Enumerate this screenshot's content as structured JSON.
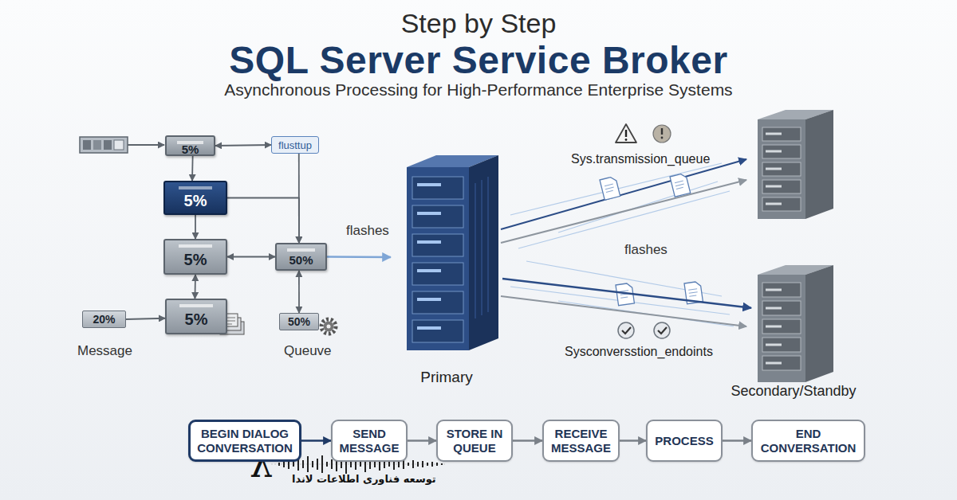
{
  "diagram": {
    "title": "SQL Server Service Broker",
    "caption": "Asynchronous Processing for High-Performance Enterprise Systems",
    "nodes": [
      {
        "text": [
          "5%"
        ]
      },
      {
        "text": [
          "flusttup"
        ]
      },
      {
        "text": [
          "5%"
        ]
      },
      {
        "text": [
          "5%"
        ]
      },
      {
        "text": [
          "50%"
        ]
      },
      {
        "text": [
          "20%"
        ]
      },
      {
        "text": [
          "5%"
        ]
      },
      {
        "text": [
          "50%"
        ]
      },
      {
        "text": [
          "Primary"
        ]
      },
      {
        "text": [
          "Secondary/Standby"
        ]
      },
      {
        "text": [
          "BEGIN DIALOG CONVERSATION"
        ]
      },
      {
        "text": [
          "SEND MESSAGE"
        ]
      },
      {
        "text": [
          "STORE IN QUEUE"
        ]
      },
      {
        "text": [
          "RECEIVE MESSAGE"
        ]
      },
      {
        "text": [
          "PROCESS"
        ]
      },
      {
        "text": [
          "END CONVERSATION"
        ]
      }
    ],
    "edges": [
      {
        "from": 0,
        "to": 1,
        "arrow": "both"
      },
      {
        "from": 0,
        "to": 2,
        "arrow": "to"
      },
      {
        "from": 1,
        "to": 4,
        "arrow": "to"
      },
      {
        "from": 2,
        "to": 4,
        "arrow": "to"
      },
      {
        "from": 2,
        "to": 3,
        "arrow": "to"
      },
      {
        "from": 3,
        "to": 4,
        "arrow": "both"
      },
      {
        "from": 3,
        "to": 6,
        "arrow": "both"
      },
      {
        "from": 5,
        "to": 6,
        "arrow": "to"
      },
      {
        "from": 4,
        "to": 7,
        "arrow": "both"
      },
      {
        "from": 4,
        "to": 8,
        "label": "flashes",
        "arrow": "to"
      },
      {
        "from": 8,
        "to": 9,
        "label": "flashes",
        "arrow": "to"
      },
      {
        "from": 10,
        "to": 11,
        "arrow": "to"
      },
      {
        "from": 11,
        "to": 12,
        "arrow": "to"
      },
      {
        "from": 12,
        "to": 13,
        "arrow": "to"
      },
      {
        "from": 13,
        "to": 14,
        "arrow": "to"
      },
      {
        "from": 14,
        "to": 15,
        "arrow": "to"
      }
    ],
    "labels": [
      "Step by Step",
      "Message",
      "Queuve",
      "Sys.transmission_queue",
      "Sysconversstion_endoints",
      "λ",
      "توسعه فناوری اطلاعات لاندا"
    ]
  }
}
